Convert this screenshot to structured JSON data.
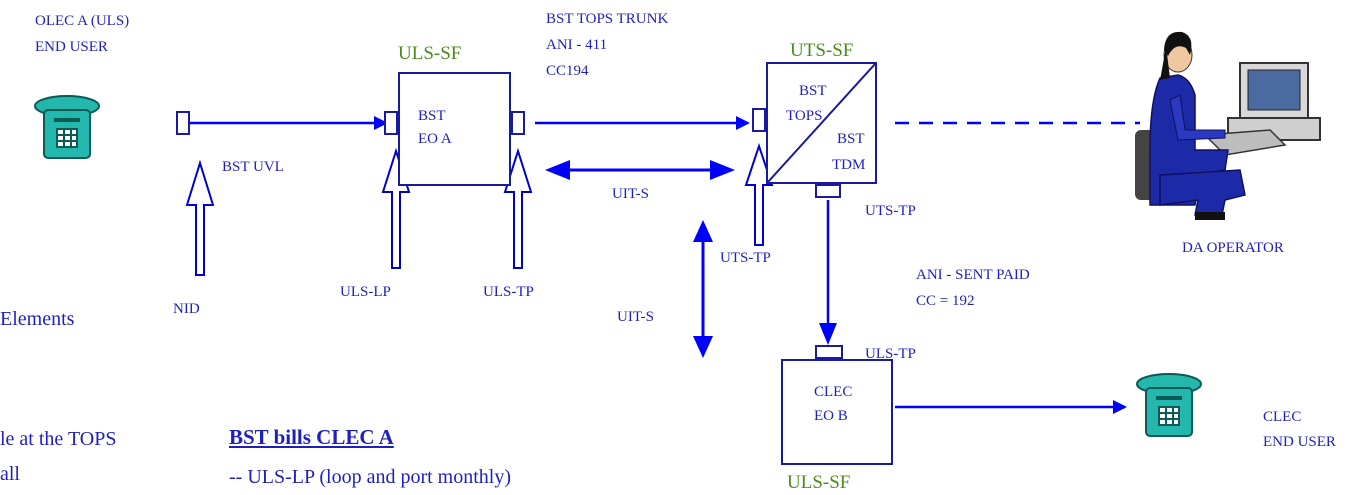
{
  "labels": {
    "olec_user_line1": "OLEC A (ULS)",
    "olec_user_line2": "END USER",
    "bst_uvl": "BST UVL",
    "nid": "NID",
    "uls_sf_top": "ULS-SF",
    "bst_eo_a_line1": "BST",
    "bst_eo_a_line2": "EO A",
    "uls_lp": "ULS-LP",
    "uls_tp_left": "ULS-TP",
    "trunk_line1": "BST  TOPS TRUNK",
    "trunk_line2": "ANI -  411",
    "trunk_line3": "CC194",
    "uit_s_horizontal": "UIT-S",
    "uts_sf": "UTS-SF",
    "tops_line1": "BST",
    "tops_line2": "TOPS",
    "tdm_line1": "BST",
    "tdm_line2": "TDM",
    "uts_tp_right": "UTS-TP",
    "uts_tp_below": "UTS-TP",
    "uit_s_vertical": "UIT-S",
    "ani_sent_paid_line1": "ANI - SENT PAID",
    "ani_sent_paid_line2": "CC = 192",
    "da_operator": "DA OPERATOR",
    "uls_tp_bottom": "ULS-TP",
    "clec_eo_b_line1": "CLEC",
    "clec_eo_b_line2": "EO B",
    "uls_sf_bottom": "ULS-SF",
    "clec_user_line1": "CLEC",
    "clec_user_line2": "END USER",
    "elements_partial": "Elements",
    "tops_partial_line1": "le at the TOPS",
    "tops_partial_line2": "all",
    "bills_heading": "BST bills CLEC A",
    "bills_item1": "-- ULS-LP (loop and port monthly)"
  },
  "colors": {
    "line": "#0000ff",
    "box_border": "#1a1aa0",
    "green_label": "#4c8a1a",
    "phone_teal": "#22b8b0"
  }
}
